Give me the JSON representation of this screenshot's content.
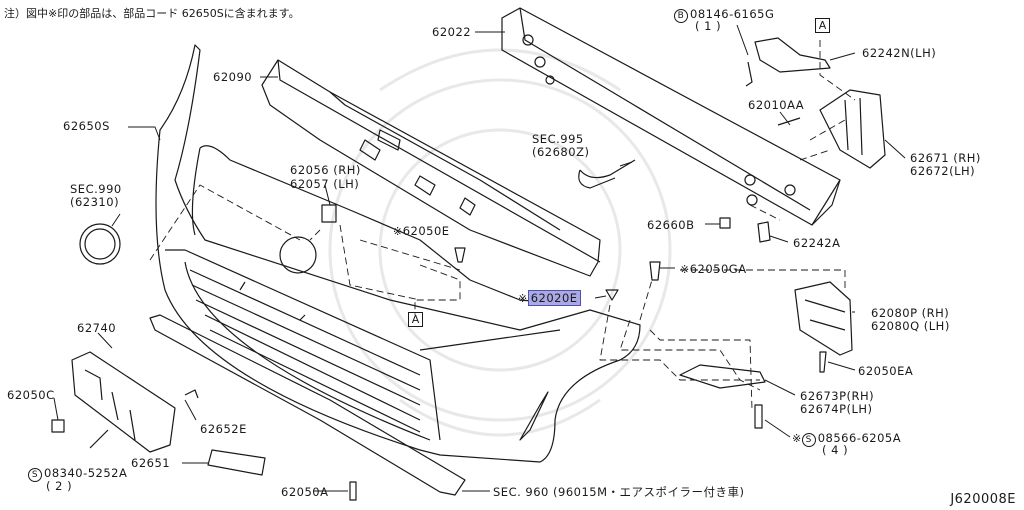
{
  "note": "注）図中※印の部品は、部品コード 62650Sに含まれます。",
  "diagram_code": "J620008E",
  "ref_box_letter": "A",
  "bolt_circle_letter": "S",
  "bolt_B_letter": "B",
  "labels": {
    "l62022": "62022",
    "l62090": "62090",
    "l62650S": "62650S",
    "sec990": "SEC.990",
    "sec990sub": "(62310)",
    "sec995": "SEC.995",
    "sec995sub": "(62680Z)",
    "l62056": "62056 (RH)",
    "l62057": "62057 (LH)",
    "l62050E": "62050E",
    "l62740": "62740",
    "l62050C": "62050C",
    "l62652E": "62652E",
    "l62651": "62651",
    "l62050A": "62050A",
    "l08340": "08340-5252A",
    "l08340sub": "( 2 )",
    "sec960": "SEC. 960 (96015M・エアスポイラー付き車)",
    "l08146": "08146-6165G",
    "l08146sub": "( 1 )",
    "l62242N": "62242N(LH)",
    "l62010AA": "62010AA",
    "l62671": "62671 (RH)",
    "l62672": "62672(LH)",
    "l62660B": "62660B",
    "l62242A": "62242A",
    "l62050GA": "62050GA",
    "l62020E": "62020E",
    "l62080P": "62080P (RH)",
    "l62080Q": "62080Q (LH)",
    "l62050EA": "62050EA",
    "l62673P": "62673P(RH)",
    "l62674P": "62674P(LH)",
    "l08566": "08566-6205A",
    "l08566sub": "( 4 )"
  },
  "colors": {
    "line": "#1a1a1a",
    "highlight": "#a9a9e6",
    "highlight_border": "#5050b0",
    "watermark": "#e6e6e6"
  }
}
